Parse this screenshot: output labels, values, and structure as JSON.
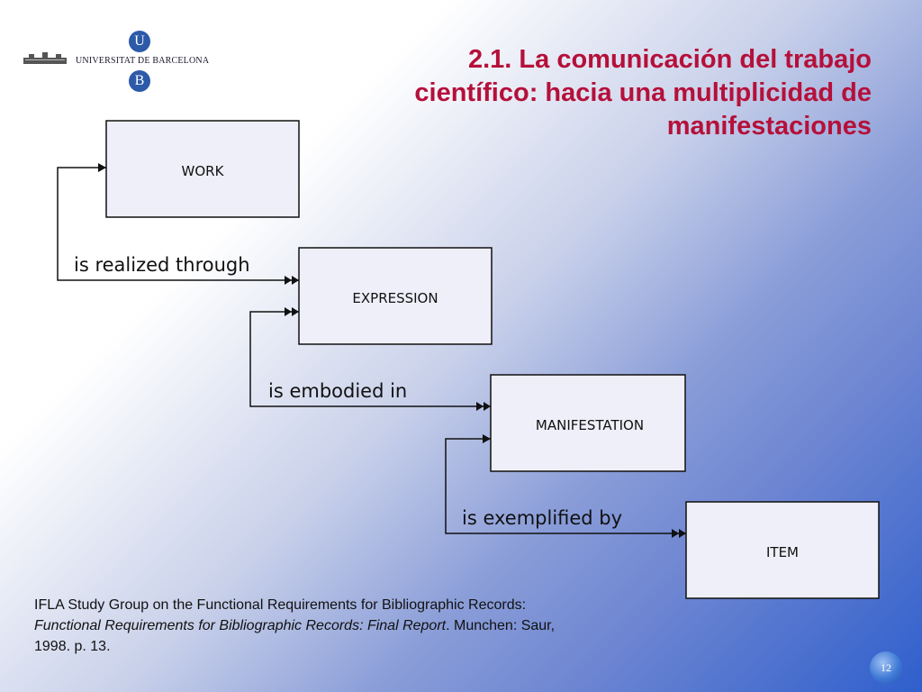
{
  "logo": {
    "institution": "UNIVERSITAT DE BARCELONA",
    "mark_top": "U",
    "mark_bottom": "B"
  },
  "title": {
    "line1": "2.1. La comunicación del trabajo",
    "line2": "científico: hacia una multiplicidad de",
    "line3": "manifestaciones"
  },
  "diagram": {
    "entities": [
      "WORK",
      "EXPRESSION",
      "MANIFESTATION",
      "ITEM"
    ],
    "relationships": [
      "is realized through",
      "is embodied in",
      "is exemplified by"
    ]
  },
  "caption": {
    "part1": "IFLA Study Group on the Functional Requirements for Bibliographic Records: ",
    "italic": "Functional Requirements for Bibliographic Records: Final Report",
    "part2": ". Munchen: Saur, 1998. p. 13."
  },
  "page_number": "12",
  "colors": {
    "title": "#b5103a",
    "box_fill": "#eeeff8",
    "line": "#111111",
    "page_badge": "#3f7ad6"
  }
}
